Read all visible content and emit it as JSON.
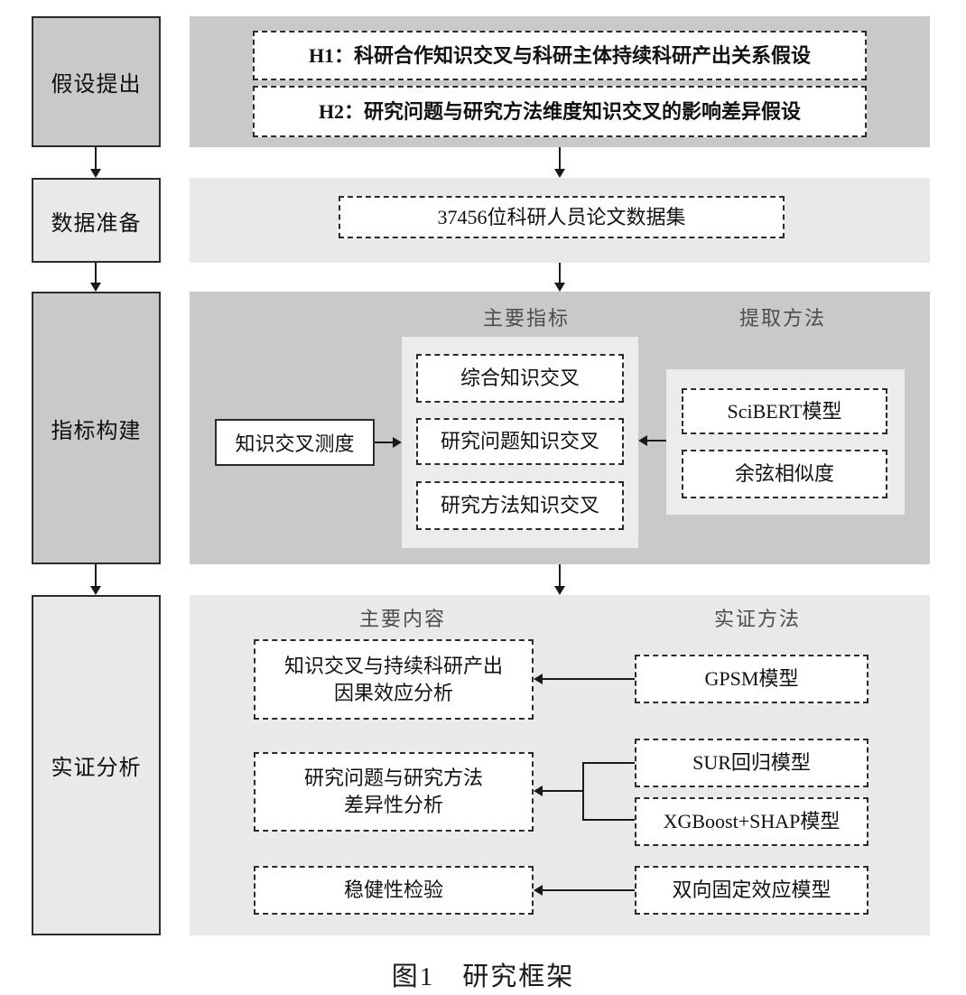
{
  "figure": {
    "caption": "图1　研究框架"
  },
  "stages": [
    {
      "label": "假设提出"
    },
    {
      "label": "数据准备"
    },
    {
      "label": "指标构建"
    },
    {
      "label": "实证分析"
    }
  ],
  "hypothesis_panel": {
    "h1": "H1：科研合作知识交叉与科研主体持续科研产出关系假设",
    "h2": "H2：研究问题与研究方法维度知识交叉的影响差异假设"
  },
  "data_panel": {
    "dataset": "37456位科研人员论文数据集"
  },
  "indicator_panel": {
    "header_indicators": "主要指标",
    "header_methods": "提取方法",
    "measure": "知识交叉测度",
    "indicators": [
      "综合知识交叉",
      "研究问题知识交叉",
      "研究方法知识交叉"
    ],
    "methods": [
      "SciBERT模型",
      "余弦相似度"
    ]
  },
  "empirical_panel": {
    "header_content": "主要内容",
    "header_methods": "实证方法",
    "row1": {
      "line1": "知识交叉与持续科研产出",
      "line2": "因果效应分析",
      "method": "GPSM模型"
    },
    "row2": {
      "line1": "研究问题与研究方法",
      "line2": "差异性分析",
      "method1": "SUR回归模型",
      "method2": "XGBoost+SHAP模型"
    },
    "row3": {
      "line1": "稳健性检验",
      "method": "双向固定效应模型"
    }
  },
  "colors": {
    "panel_dark": "#c9c9c9",
    "panel_light": "#e9e9e9",
    "inner_container": "#ececec",
    "box_fill": "#ffffff",
    "border": "#2b2b2b",
    "arrow": "#1a1a1a",
    "header_text": "#4d4d4d",
    "text": "#111111"
  }
}
